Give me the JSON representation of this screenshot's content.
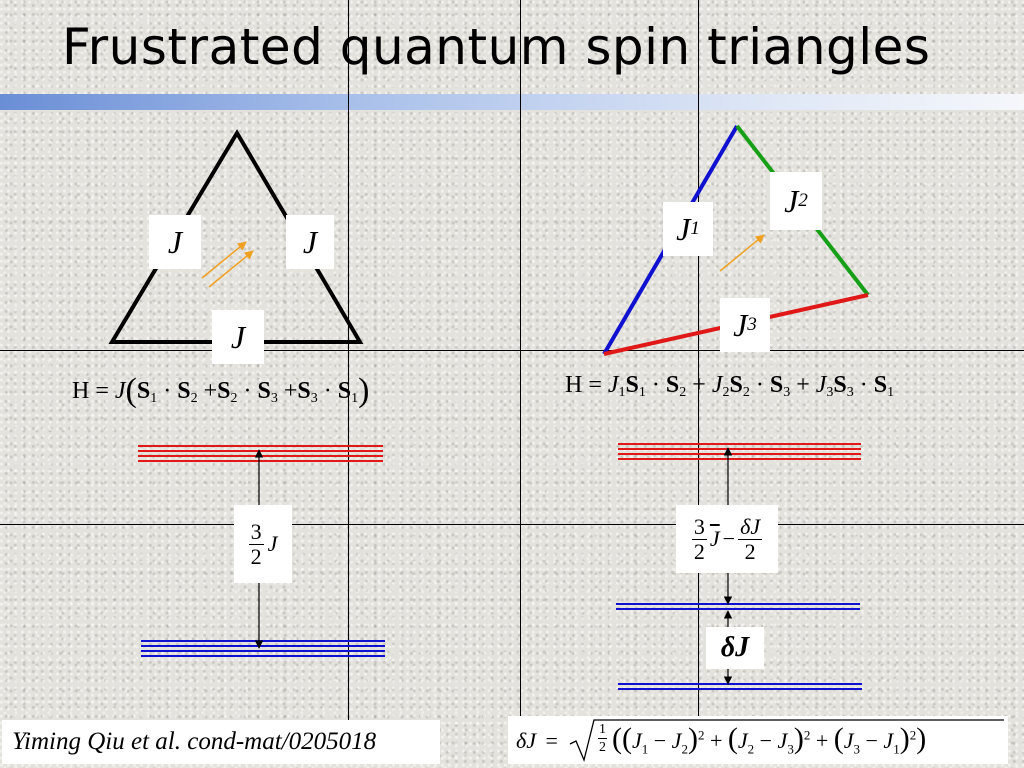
{
  "title": "Frustrated quantum spin triangles",
  "colors": {
    "title_bar": "#6a8ed6",
    "red_level": "#e01818",
    "blue_level": "#1010d0",
    "green_edge": "#17a017",
    "spin_arrow": "#f0a020"
  },
  "left_panel": {
    "bond_labels": [
      "J",
      "J",
      "J"
    ],
    "hamiltonian": {
      "H": "H",
      "eq": "=",
      "J": "J",
      "S1": "S",
      "i1": "1",
      "S2": "S",
      "i2": "2",
      "S2b": "S",
      "i2b": "2",
      "S3": "S",
      "i3": "3",
      "S3b": "S",
      "i3b": "3",
      "S1b": "S",
      "i1b": "1",
      "lp": "(",
      "rp": ")",
      "dot": "·",
      "plus": "+"
    },
    "gap": {
      "numerator": "3",
      "denominator": "2",
      "symbol": "J"
    }
  },
  "right_panel": {
    "bond_labels": [
      {
        "symbol": "J",
        "subscript": "1"
      },
      {
        "symbol": "J",
        "subscript": "2"
      },
      {
        "symbol": "J",
        "subscript": "3"
      }
    ],
    "hamiltonian": {
      "H": "H",
      "eq": "=",
      "J1": "J",
      "j1": "1",
      "S1": "S",
      "s1": "1",
      "S2": "S",
      "s2": "2",
      "J2": "J",
      "j2": "2",
      "S2b": "S",
      "s2b": "2",
      "S3": "S",
      "s3": "3",
      "J3": "J",
      "j3": "3",
      "S3b": "S",
      "s3b": "3",
      "S1b": "S",
      "s1b": "1",
      "dot": "·",
      "plus": "+"
    },
    "gap": {
      "numerator": "3",
      "denominator": "2",
      "symbol": "J",
      "minus": "−",
      "delta_numerator": "δJ",
      "delta_denominator": "2"
    },
    "splitting_label": "δJ"
  },
  "deltaJ_formula": {
    "lhs": "δJ",
    "eq": "=",
    "half_num": "1",
    "half_den": "2",
    "t1a": "J",
    "t1a_sub": "1",
    "t1b": "J",
    "t1b_sub": "2",
    "t2a": "J",
    "t2a_sub": "2",
    "t2b": "J",
    "t2b_sub": "3",
    "t3a": "J",
    "t3a_sub": "3",
    "t3b": "J",
    "t3b_sub": "1",
    "minus": "−",
    "plus": "+",
    "sq": "2"
  },
  "citation": "Yiming Qiu et al. cond-mat/0205018"
}
